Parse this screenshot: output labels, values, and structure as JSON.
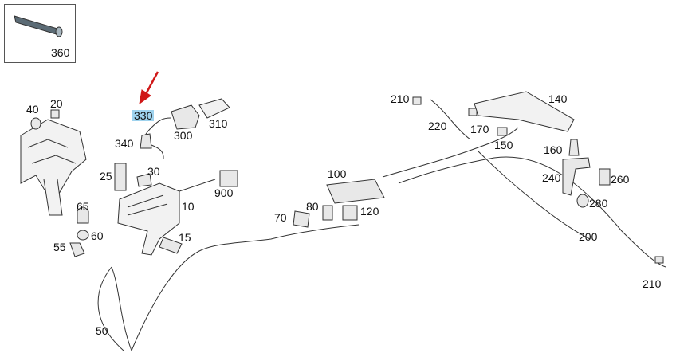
{
  "inset_label": "360",
  "highlighted_label": "330",
  "labels": {
    "l40": "40",
    "l20": "20",
    "l310": "310",
    "l300": "300",
    "l340": "340",
    "l25": "25",
    "l30": "30",
    "l900": "900",
    "l10": "10",
    "l65": "65",
    "l60": "60",
    "l55": "55",
    "l15": "15",
    "l50": "50",
    "l100": "100",
    "l70": "70",
    "l80": "80",
    "l120": "120",
    "l210a": "210",
    "l220": "220",
    "l170": "170",
    "l150": "150",
    "l140": "140",
    "l160": "160",
    "l240": "240",
    "l260": "260",
    "l280": "280",
    "l200": "200",
    "l210b": "210"
  },
  "colors": {
    "line": "#333333",
    "part_fill": "#e8e8e8",
    "arrow": "#d01818",
    "highlight": "#9fd3ee"
  }
}
